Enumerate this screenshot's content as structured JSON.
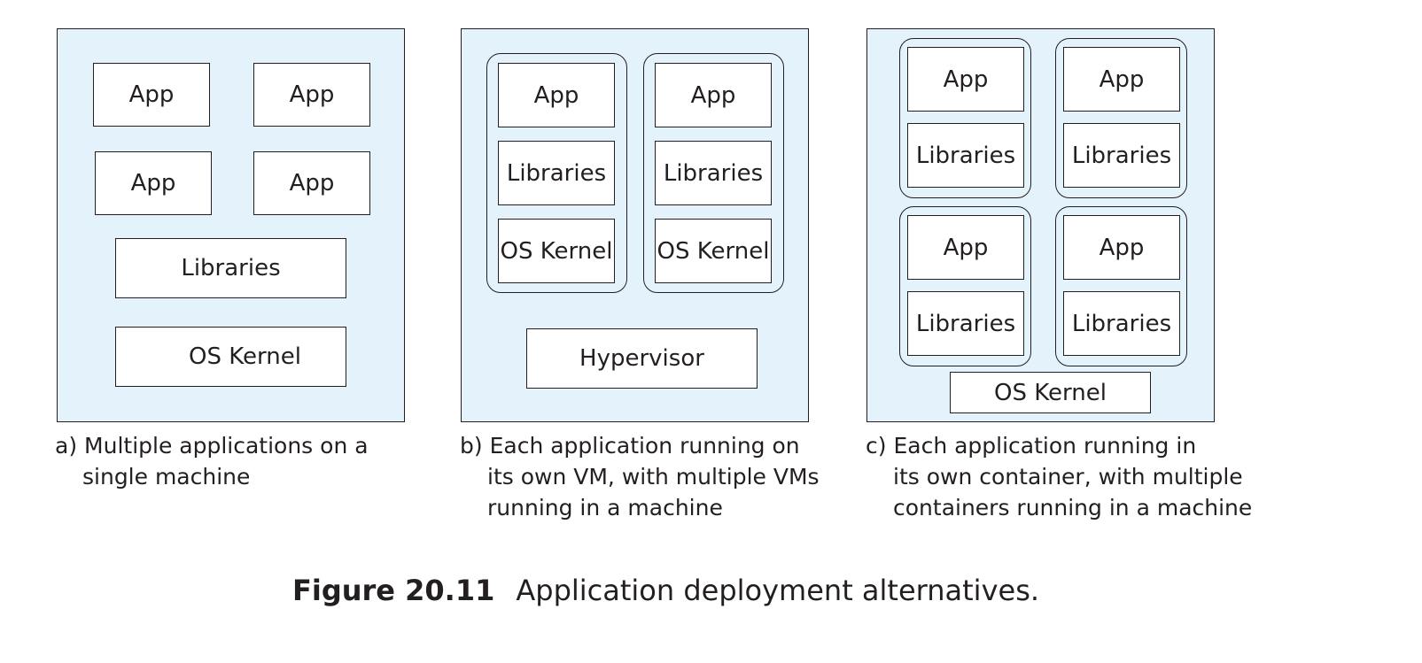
{
  "panel_a": {
    "apps": [
      "App",
      "App",
      "App",
      "App"
    ],
    "libraries": "Libraries",
    "kernel": "OS Kernel",
    "caption": {
      "prefix": "a)",
      "lines": [
        "Multiple applications on a",
        "single machine"
      ]
    }
  },
  "panel_b": {
    "vms": [
      {
        "app": "App",
        "libraries": "Libraries",
        "kernel": "OS Kernel"
      },
      {
        "app": "App",
        "libraries": "Libraries",
        "kernel": "OS Kernel"
      }
    ],
    "hypervisor": "Hypervisor",
    "caption": {
      "prefix": "b)",
      "lines": [
        "Each application running on",
        "its own VM, with multiple VMs",
        "running in a machine"
      ]
    }
  },
  "panel_c": {
    "containers": [
      {
        "app": "App",
        "libraries": "Libraries"
      },
      {
        "app": "App",
        "libraries": "Libraries"
      },
      {
        "app": "App",
        "libraries": "Libraries"
      },
      {
        "app": "App",
        "libraries": "Libraries"
      }
    ],
    "kernel": "OS Kernel",
    "caption": {
      "prefix": "c)",
      "lines": [
        "Each application running in",
        "its own container, with multiple",
        "containers running in a machine"
      ]
    }
  },
  "figure": {
    "label": "Figure 20.11",
    "title": "Application deployment alternatives."
  },
  "colors": {
    "panel_fill": "#e4f2fc",
    "stroke": "#231f20",
    "box_fill": "#ffffff"
  }
}
